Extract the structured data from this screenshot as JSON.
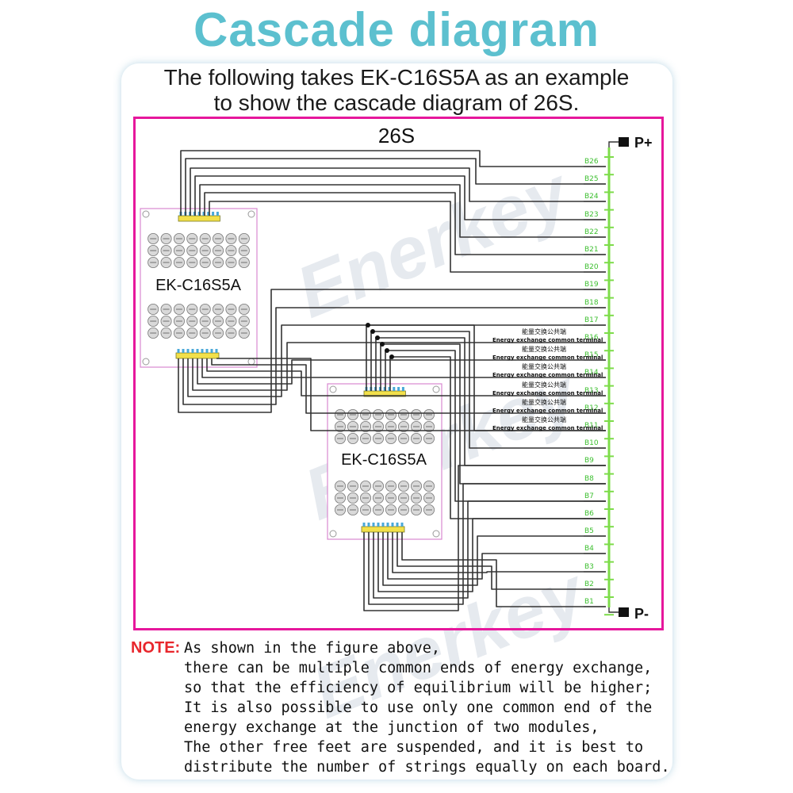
{
  "title": "Cascade diagram",
  "subtitle_line1": "The following takes EK-C16S5A as an example",
  "subtitle_line2": "to show the cascade diagram of 26S.",
  "diagram": {
    "series_label": "26S",
    "p_plus": "P+",
    "p_minus": "P-",
    "module_label": "EK-C16S5A",
    "b_labels": [
      "B26",
      "B25",
      "B24",
      "B23",
      "B22",
      "B21",
      "B20",
      "B19",
      "B18",
      "B17",
      "B16",
      "B15",
      "B14",
      "B13",
      "B12",
      "B11",
      "B10",
      "B9",
      "B8",
      "B7",
      "B6",
      "B5",
      "B4",
      "B3",
      "B2",
      "B1"
    ],
    "common_terminal_cn": "能量交换公共端",
    "common_terminal_en": "Energy exchange common terminal"
  },
  "note": {
    "label": "NOTE:",
    "lines": [
      "As shown in the figure above,",
      "there can be multiple common ends of energy exchange,",
      "so that the efficiency of equilibrium will be higher;",
      "It is also possible to use only one common end of the",
      "energy exchange at the junction of two modules,",
      "The other free feet are suspended, and it is best to",
      "distribute the number of strings equally on each board."
    ]
  },
  "watermark": "Enerkey",
  "colors": {
    "title": "#5cc0cf",
    "frame": "#e6179c",
    "note_label": "#e8262c",
    "battery_line": "#7ddc4a",
    "b_label": "#3cbf2f",
    "wire": "#333333"
  }
}
